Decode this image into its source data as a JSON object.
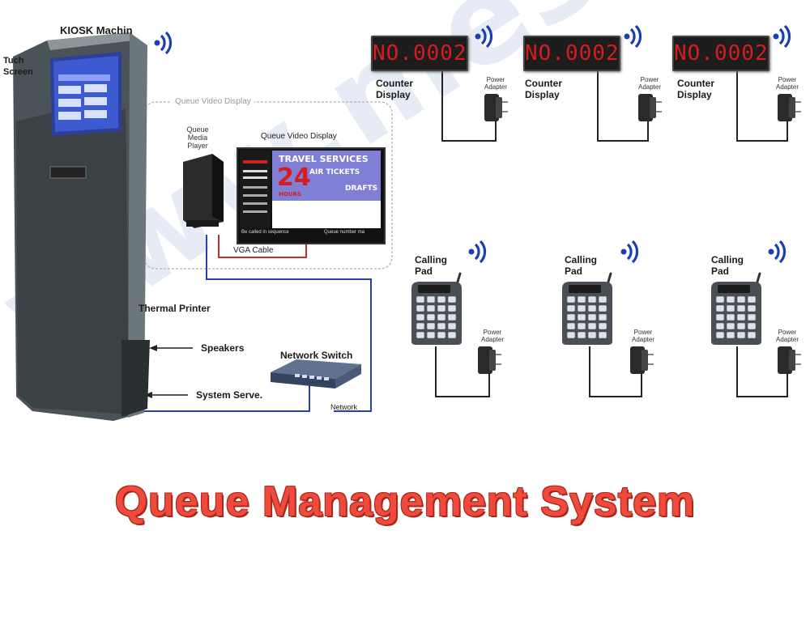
{
  "title": "Queue Management System",
  "watermark": "www.mesaoco.com",
  "kiosk": {
    "title": "KIOSK Machin",
    "touch_screen": "Tuch\nScreen",
    "thermal_printer": "Thermal Printer",
    "speakers": "Speakers",
    "system_server": "System Serve."
  },
  "video_section": {
    "frame_title": "Queue Video Display",
    "player_label": "Queue\nMedia\nPlayer",
    "display_label": "Queue Video Display",
    "vga_cable": "VGA Cable",
    "screen": {
      "line1": "TRAVEL SERVICES",
      "line2": "AIR TICKETS",
      "line3": "DRAFTS",
      "big": "24",
      "big_sub": "HOURS",
      "footer_left": "Be called in sequence",
      "footer_right": "Queue number ma"
    }
  },
  "network": {
    "switch_label": "Network Switch",
    "network_label": "Network"
  },
  "counters": [
    {
      "led": "NO.0002",
      "label": "Counter\nDisplay",
      "adapter": "Power\nAdapter"
    },
    {
      "led": "NO.0002",
      "label": "Counter\nDisplay",
      "adapter": "Power\nAdapter"
    },
    {
      "led": "NO.0002",
      "label": "Counter\nDisplay",
      "adapter": "Power\nAdapter"
    }
  ],
  "pads": [
    {
      "label": "Calling\nPad",
      "adapter": "Power\nAdapter"
    },
    {
      "label": "Calling\nPad",
      "adapter": "Power\nAdapter"
    },
    {
      "label": "Calling\nPad",
      "adapter": "Power\nAdapter"
    }
  ],
  "colors": {
    "title": "#ef4a3c",
    "led_digits": "#d61c1c",
    "network_cable": "#2a3fae",
    "vga_cable": "#c03030"
  }
}
